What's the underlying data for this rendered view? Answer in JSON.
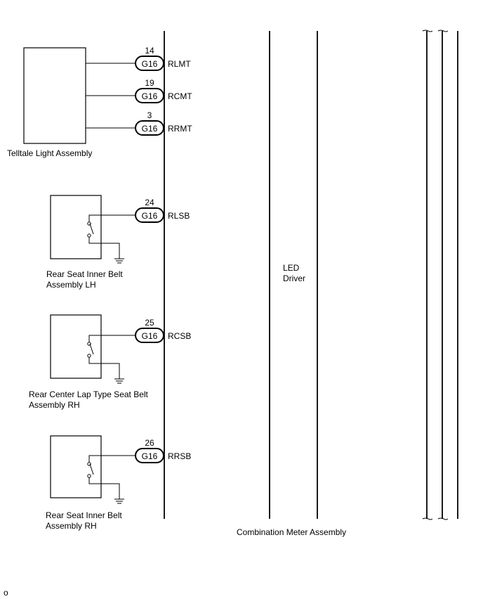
{
  "connectors": [
    {
      "pin": "14",
      "code": "G16",
      "signal": "RLMT"
    },
    {
      "pin": "19",
      "code": "G16",
      "signal": "RCMT"
    },
    {
      "pin": "3",
      "code": "G16",
      "signal": "RRMT"
    },
    {
      "pin": "24",
      "code": "G16",
      "signal": "RLSB"
    },
    {
      "pin": "25",
      "code": "G16",
      "signal": "RCSB"
    },
    {
      "pin": "26",
      "code": "G16",
      "signal": "RRSB"
    }
  ],
  "components": {
    "telltale": "Telltale Light Assembly",
    "belt_lh": [
      "Rear Seat Inner Belt",
      "Assembly LH"
    ],
    "belt_center": [
      "Rear Center Lap Type Seat Belt",
      "Assembly RH"
    ],
    "belt_rh": [
      "Rear Seat Inner Belt",
      "Assembly RH"
    ]
  },
  "led_driver": [
    "LED",
    "Driver"
  ],
  "meter_label": "Combination Meter Assembly",
  "corner_mark": "o"
}
